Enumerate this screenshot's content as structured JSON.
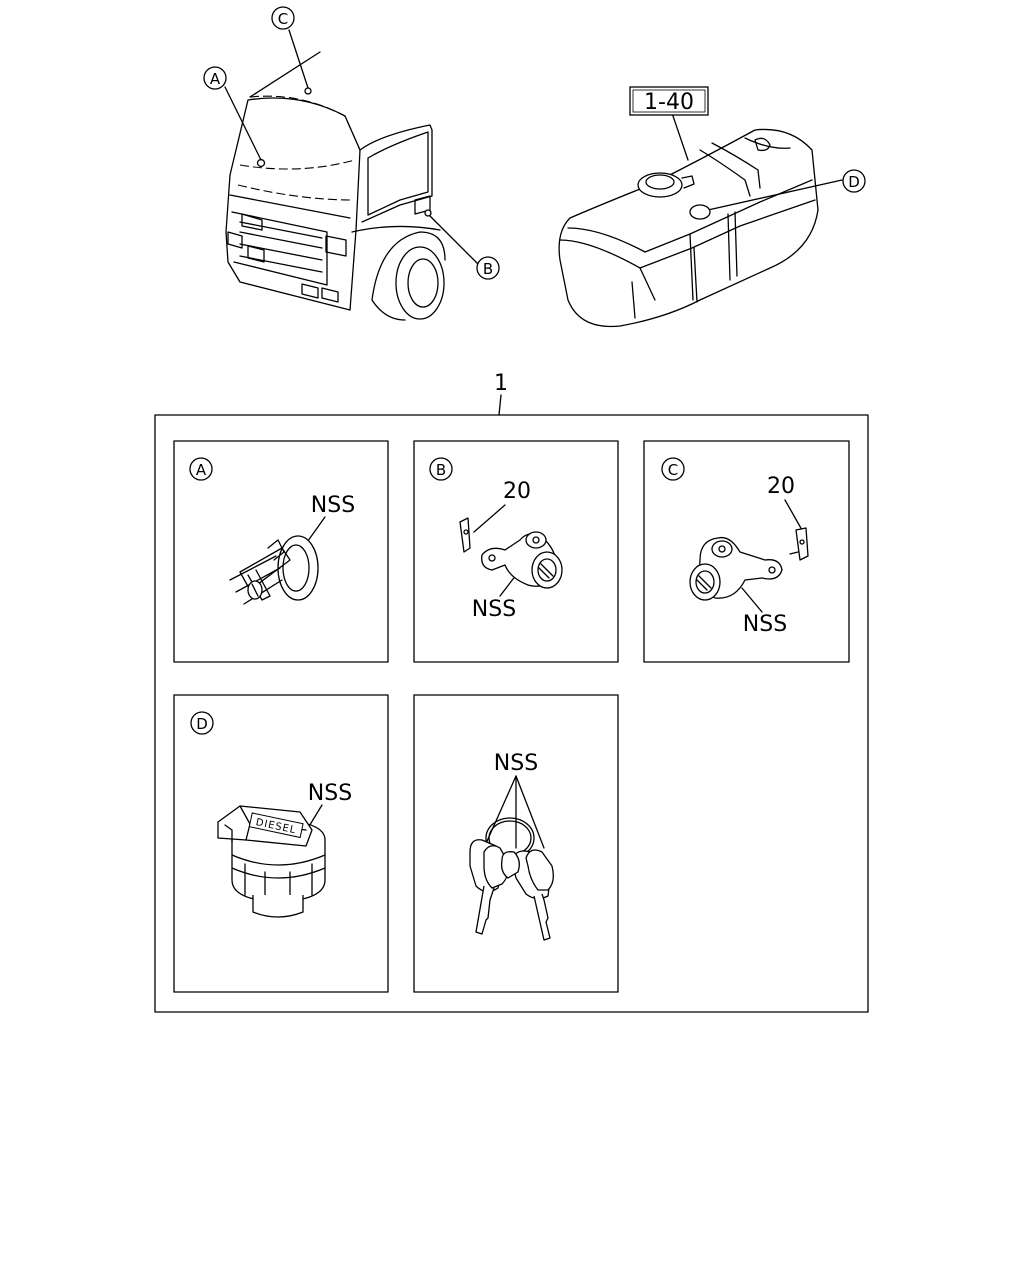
{
  "callouts": {
    "a": "A",
    "b": "B",
    "c": "C",
    "d": "D"
  },
  "ref_box": "1-40",
  "assembly_number": "1",
  "panels": {
    "a": {
      "letter": "A",
      "part": "NSS"
    },
    "b": {
      "letter": "B",
      "part": "NSS",
      "clip": "20"
    },
    "c": {
      "letter": "C",
      "part": "NSS",
      "clip": "20"
    },
    "d": {
      "letter": "D",
      "part": "NSS",
      "cap_text": "DIESEL"
    },
    "keys": {
      "part": "NSS"
    }
  }
}
